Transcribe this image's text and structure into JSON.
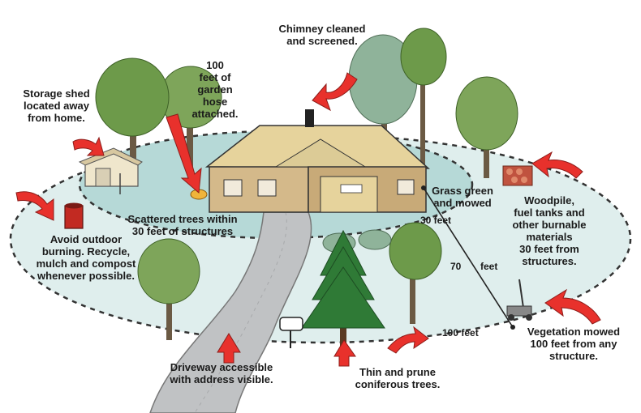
{
  "labels": {
    "chimney": [
      "Chimney cleaned",
      "and screened."
    ],
    "hose": [
      "100",
      "feet of",
      "garden",
      "hose",
      "attached."
    ],
    "shed": [
      "Storage shed",
      "located away",
      "from home."
    ],
    "scattered": [
      "Scattered trees within",
      "30 feet of structures"
    ],
    "grass": [
      "Grass green",
      "and mowed"
    ],
    "woodpile": [
      "Woodpile,",
      "fuel tanks and",
      "other burnable",
      "materials",
      "30 feet from",
      "structures."
    ],
    "burning": [
      "Avoid outdoor",
      "burning. Recycle,",
      "mulch and compost",
      "whenever possible."
    ],
    "driveway": [
      "Driveway accessible",
      "with address visible."
    ],
    "prune": [
      "Thin and prune",
      "coniferous trees."
    ],
    "mowed": [
      "Vegetation mowed",
      "100 feet from any",
      "structure."
    ]
  },
  "distances": {
    "d30": "30  feet",
    "d70a": "70",
    "d70b": "feet",
    "d100": "100 feet"
  },
  "colors": {
    "outer_zone": "#dfeeed",
    "inner_zone": "#b6d9d7",
    "arrow": "#e8312c",
    "roof": "#e6d39c",
    "wall": "#d4b98a",
    "tree": "#6d9a4a",
    "conifer": "#2f7a36",
    "driveway": "#c0c2c4"
  }
}
